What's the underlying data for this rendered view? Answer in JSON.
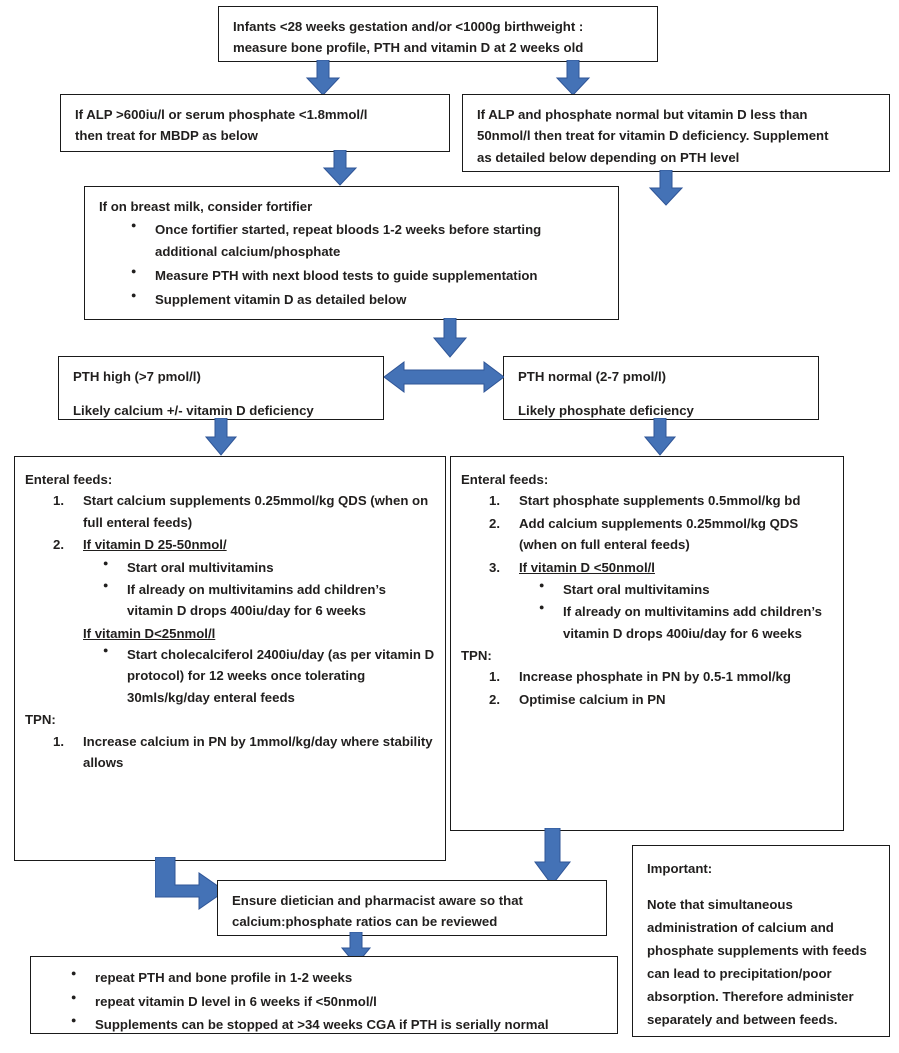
{
  "theme": {
    "arrow_color": "#4472b6",
    "arrow_stroke": "#2e548",
    "box_border": "#1a1a1a",
    "text_color": "#211f1e",
    "background": "#ffffff"
  },
  "nodes": {
    "screening": {
      "line1": "Infants <28 weeks gestation and/or <1000g birthweight :",
      "line2": "measure bone profile, PTH and vitamin D at 2 weeks old"
    },
    "alp_abnormal": {
      "line1": "If ALP >600iu/l or serum phosphate <1.8mmol/l",
      "line2": "then treat for MBDP as below"
    },
    "alp_normal": {
      "line1": "If ALP and phosphate normal but vitamin D less than",
      "line2": "50nmol/l then treat for vitamin D deficiency.  Supplement",
      "line3": "as detailed below depending on PTH level"
    },
    "fortifier": {
      "heading": "If on breast milk, consider fortifier",
      "bullets": [
        "Once fortifier started, repeat bloods 1-2 weeks before starting additional calcium/phosphate",
        "Measure PTH with next blood tests to guide supplementation",
        "Supplement vitamin D as detailed below"
      ]
    },
    "pth_high": {
      "line1": "PTH high (>7 pmol/l)",
      "line2": "Likely calcium +/- vitamin D deficiency"
    },
    "pth_normal": {
      "line1": "PTH normal (2-7 pmol/l)",
      "line2": "Likely phosphate deficiency"
    },
    "left_treatment": {
      "enteral_heading": "Enteral feeds:",
      "enteral_items": [
        "Start calcium supplements 0.25mmol/kg QDS (when on full enteral feeds)",
        "If vitamin D 25-50nmol/"
      ],
      "enteral_item2_underlined": "If vitamin D 25-50nmol/",
      "sub_bullets_a": [
        "Start oral multivitamins",
        "If already on multivitamins add children’s vitamin D drops 400iu/day for 6 weeks"
      ],
      "sub_head_b": "If vitamin D<25nmol/l",
      "sub_bullets_b": [
        "Start cholecalciferol 2400iu/day (as per vitamin D protocol) for 12 weeks once tolerating 30mls/kg/day enteral feeds"
      ],
      "tpn_heading": "TPN:",
      "tpn_items": [
        "Increase calcium in PN by 1mmol/kg/day where stability allows"
      ]
    },
    "right_treatment": {
      "enteral_heading": "Enteral feeds:",
      "enteral_items": [
        "Start phosphate supplements 0.5mmol/kg bd",
        "Add calcium supplements 0.25mmol/kg QDS (when on full enteral feeds)",
        "If vitamin D <50nmol/l"
      ],
      "enteral_item3_underlined": "If vitamin D <50nmol/l",
      "sub_bullets": [
        "Start oral multivitamins",
        "If already on multivitamins add children’s vitamin D drops 400iu/day for 6 weeks"
      ],
      "tpn_heading": "TPN:",
      "tpn_items": [
        "Increase phosphate in PN by 0.5-1 mmol/kg",
        "Optimise calcium in PN"
      ]
    },
    "dietician": {
      "line1": "Ensure dietician and pharmacist aware so that",
      "line2": "calcium:phosphate ratios can be reviewed"
    },
    "followup": {
      "bullets": [
        "repeat PTH and bone profile in 1-2 weeks",
        "repeat vitamin D level in 6 weeks if <50nmol/l",
        "Supplements can be stopped at >34 weeks CGA if PTH is serially normal"
      ]
    },
    "important": {
      "heading": "Important:",
      "body": "Note that simultaneous administration of calcium and phosphate supplements with feeds can lead to precipitation/poor absorption. Therefore administer separately and between feeds."
    }
  },
  "arrows": [
    {
      "name": "screening-to-alp-abnormal",
      "direction": "down"
    },
    {
      "name": "screening-to-alp-normal",
      "direction": "down"
    },
    {
      "name": "alp-abnormal-to-fortifier",
      "direction": "down"
    },
    {
      "name": "alp-normal-to-right",
      "direction": "down"
    },
    {
      "name": "fortifier-to-pth",
      "direction": "down"
    },
    {
      "name": "pth-high-to-pth-normal",
      "direction": "left-right"
    },
    {
      "name": "pth-high-to-left-treatment",
      "direction": "down"
    },
    {
      "name": "pth-normal-to-right-treatment",
      "direction": "down"
    },
    {
      "name": "left-treatment-to-dietician",
      "direction": "elbow-down-right"
    },
    {
      "name": "right-treatment-to-dietician",
      "direction": "down"
    },
    {
      "name": "dietician-to-followup",
      "direction": "down"
    }
  ]
}
